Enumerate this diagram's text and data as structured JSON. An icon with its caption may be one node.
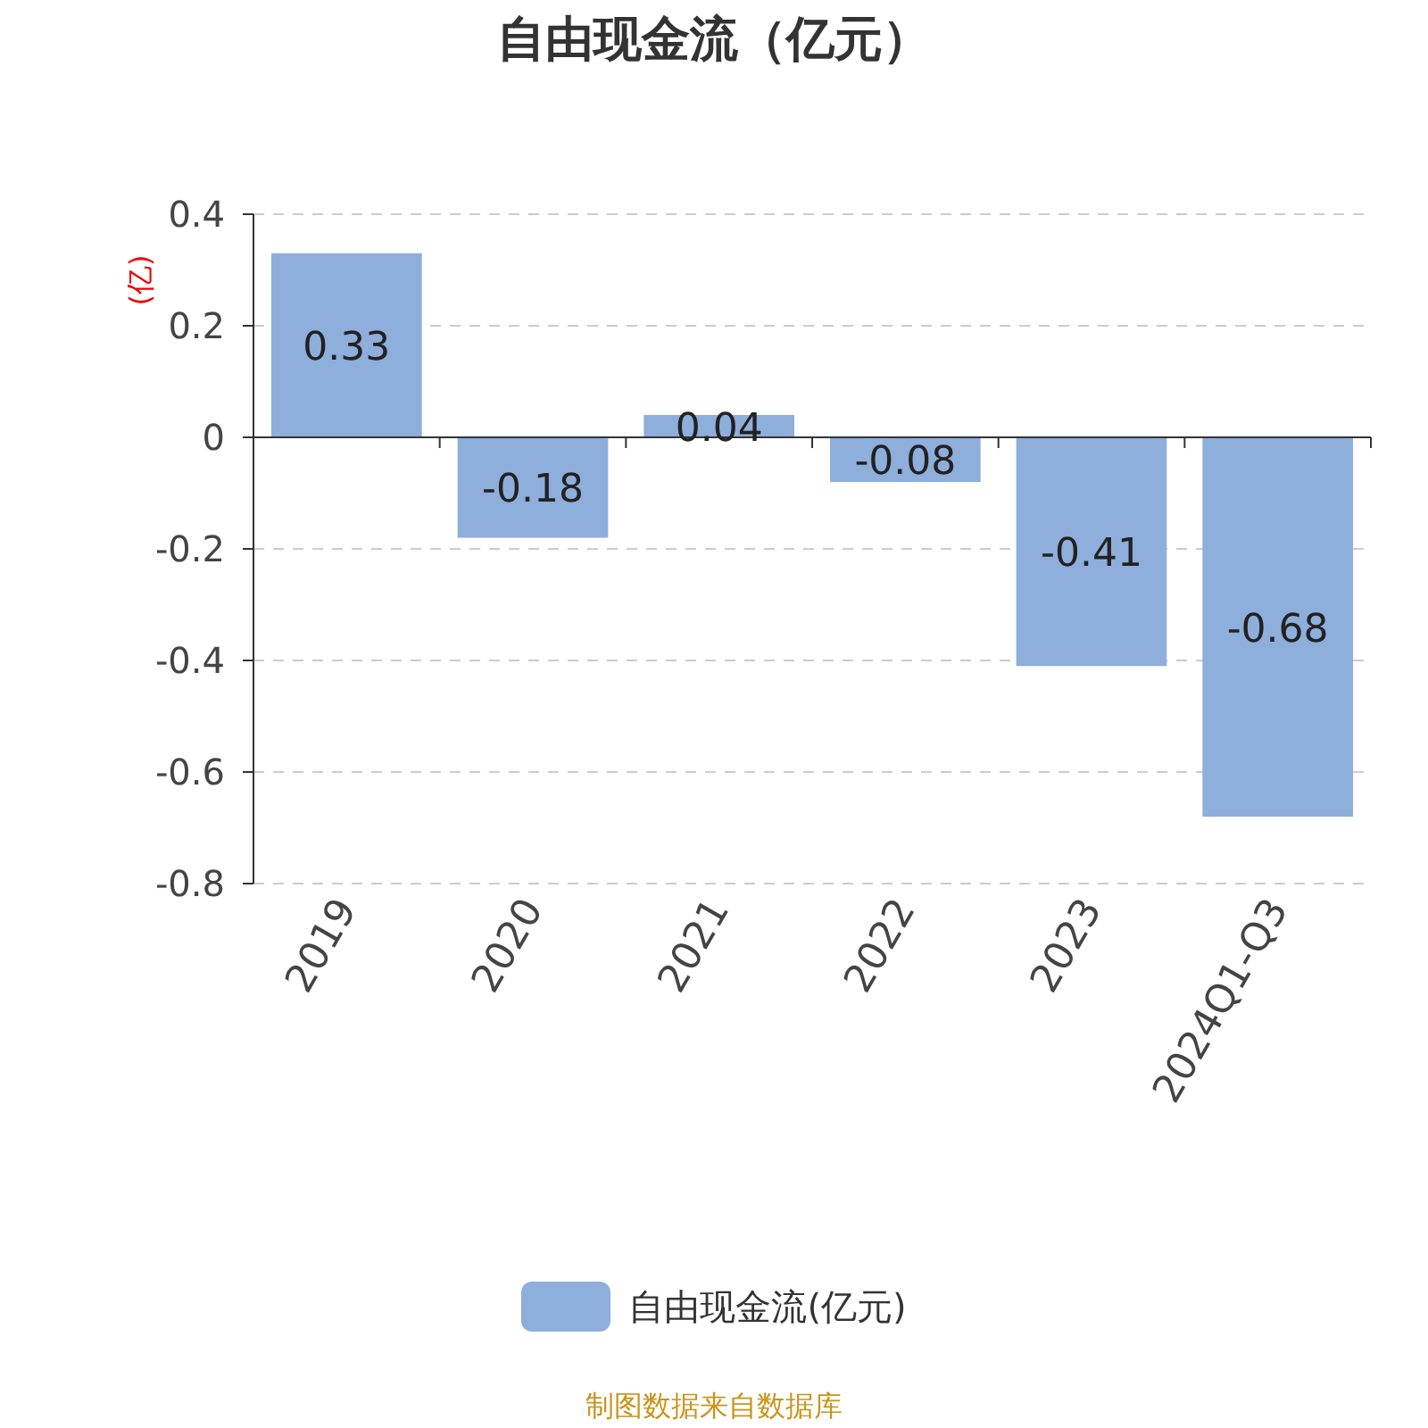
{
  "diagram": {
    "title": "自由现金流（亿元）",
    "labels": [
      "制图数据来自数据库"
    ],
    "chart_data": {
      "type": "bar",
      "ylabel": "(亿)",
      "categories": [
        "2019",
        "2020",
        "2021",
        "2022",
        "2023",
        "2024Q1-Q3"
      ],
      "series": [
        {
          "name": "自由现金流(亿元)",
          "color": "#8eaedb",
          "values": [
            0.33,
            -0.18,
            0.04,
            -0.08,
            -0.41,
            -0.68
          ]
        }
      ],
      "grid": true,
      "ylim": [
        -0.8,
        0.4
      ],
      "yticks": [
        -0.8,
        -0.6,
        -0.4,
        -0.2,
        0,
        0.2,
        0.4
      ],
      "data_labels": true
    }
  }
}
